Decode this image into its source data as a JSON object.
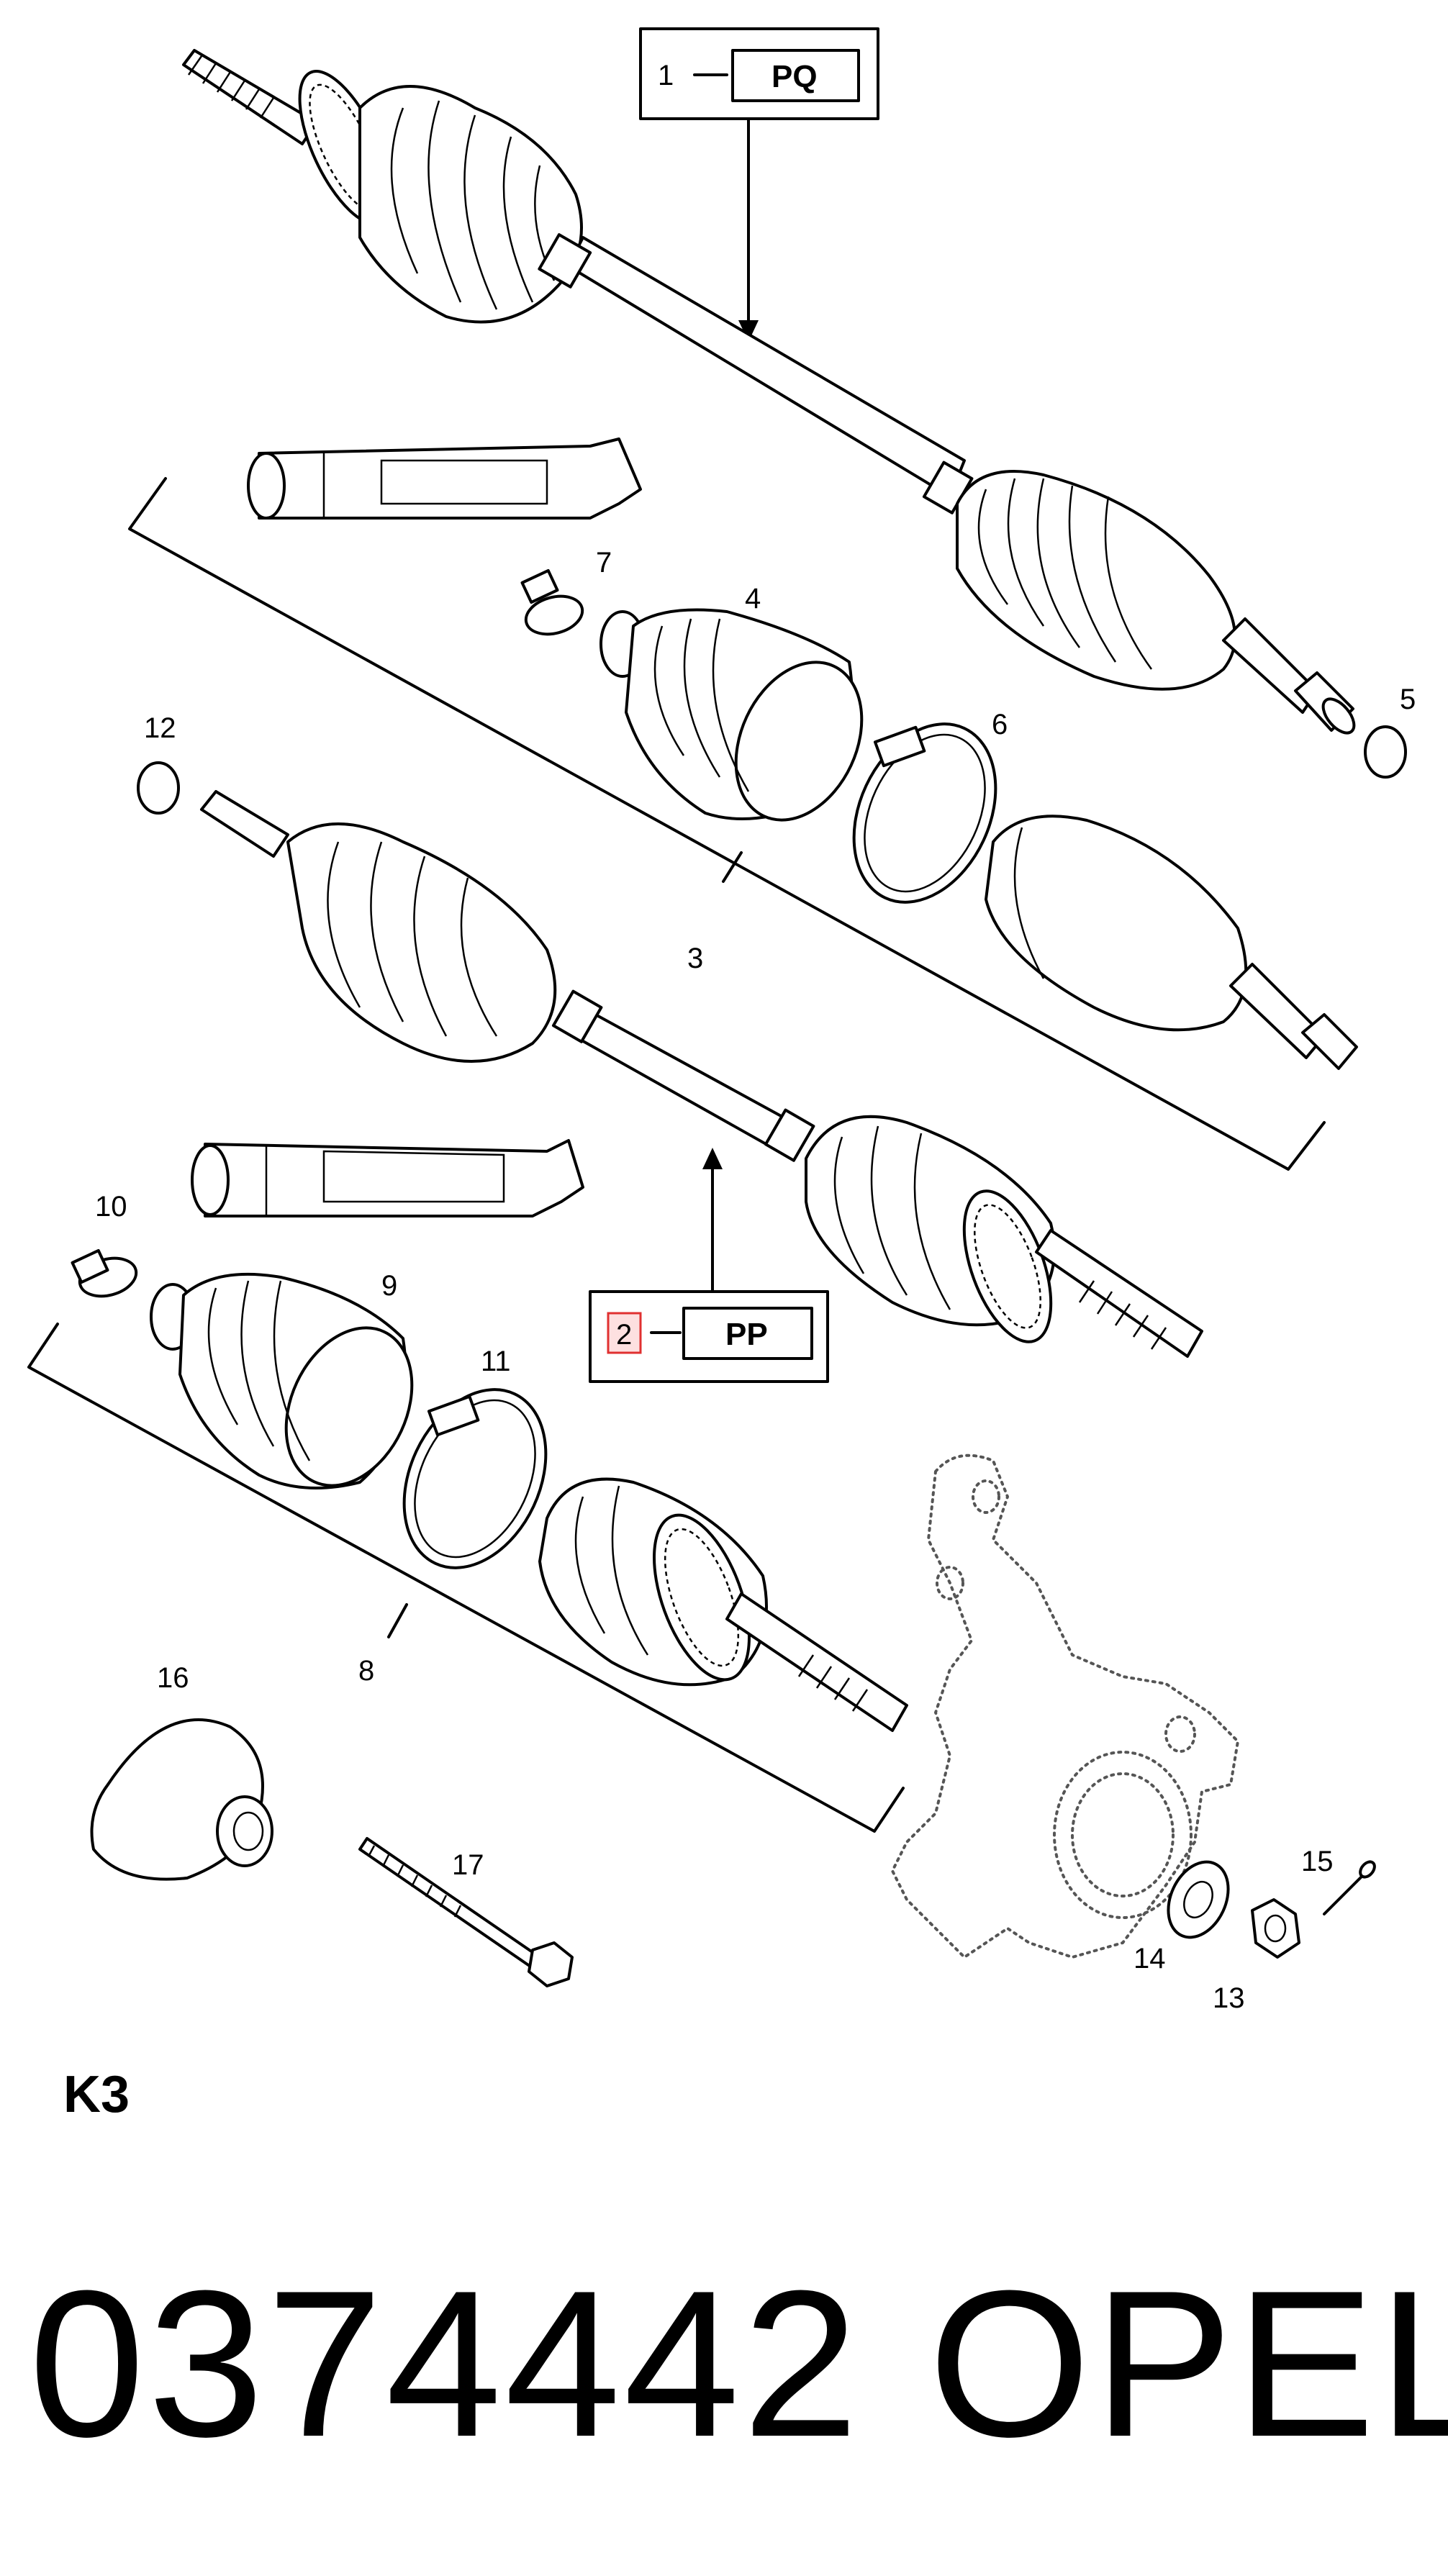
{
  "callouts": {
    "c1": {
      "num": "1",
      "code": "PQ"
    },
    "c2": {
      "num": "2",
      "code": "PP"
    }
  },
  "labels": {
    "l3": "3",
    "l4": "4",
    "l5": "5",
    "l6": "6",
    "l7": "7",
    "l8": "8",
    "l9": "9",
    "l10": "10",
    "l11": "11",
    "l12": "12",
    "l13": "13",
    "l14": "14",
    "l15": "15",
    "l16": "16",
    "l17": "17"
  },
  "footer": {
    "model_code": "K3",
    "part_number": "0374442",
    "brand": "OPEL"
  },
  "colors": {
    "highlight": "#e03030",
    "highlight_fill": "#fde0e0"
  }
}
